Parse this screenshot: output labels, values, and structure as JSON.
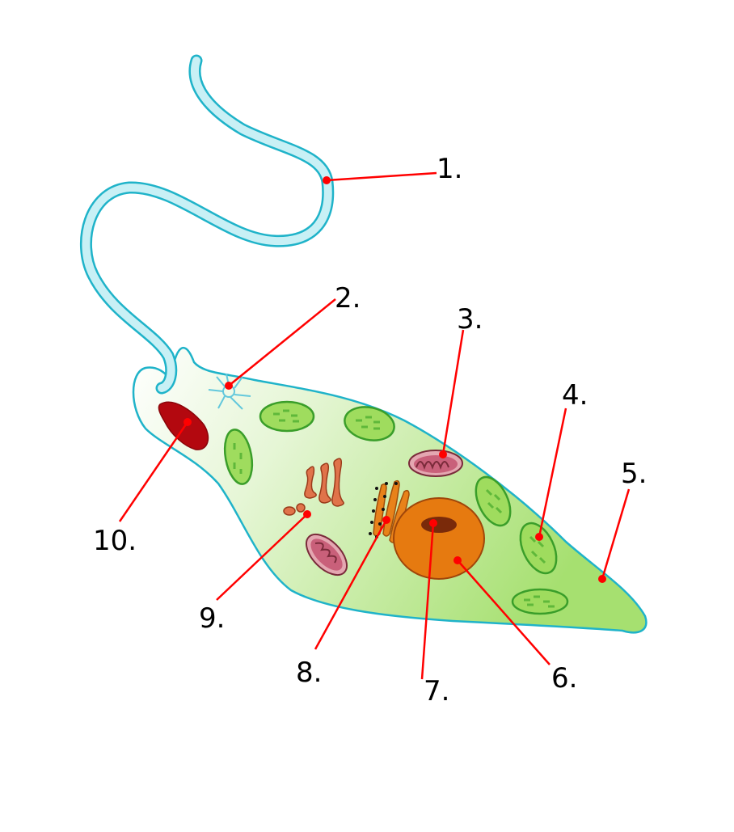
{
  "labels": {
    "l1": "1.",
    "l2": "2.",
    "l3": "3.",
    "l4": "4.",
    "l5": "5.",
    "l6": "6.",
    "l7": "7.",
    "l8": "8.",
    "l9": "9.",
    "l10": "10."
  },
  "colors": {
    "pointer": "#ff0000",
    "membrane": "#1fb3c9",
    "flagellum_fill": "#c8f0f5",
    "body_fill_light": "#ffffff",
    "body_fill_dark": "#a6e070",
    "chloroplast_fill": "#9fdc5e",
    "chloroplast_stroke": "#3a9e2a",
    "mitochondrion_fill": "#c9607a",
    "mitochondrion_outer": "#e4a7b1",
    "nucleus_fill": "#e67a10",
    "nucleolus_fill": "#7a2a0a",
    "golgi_fill": "#e0734a",
    "er_fill": "#e8821a",
    "eyespot_fill": "#b3080f",
    "basal_body": "#63c8dc"
  }
}
